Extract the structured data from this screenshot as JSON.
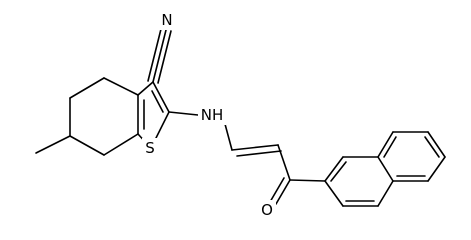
{
  "molecule": {
    "atom_labels": {
      "nitrile_n": "N",
      "thiophene_s": "S",
      "amine_nh": "NH",
      "carbonyl_o": "O"
    }
  }
}
